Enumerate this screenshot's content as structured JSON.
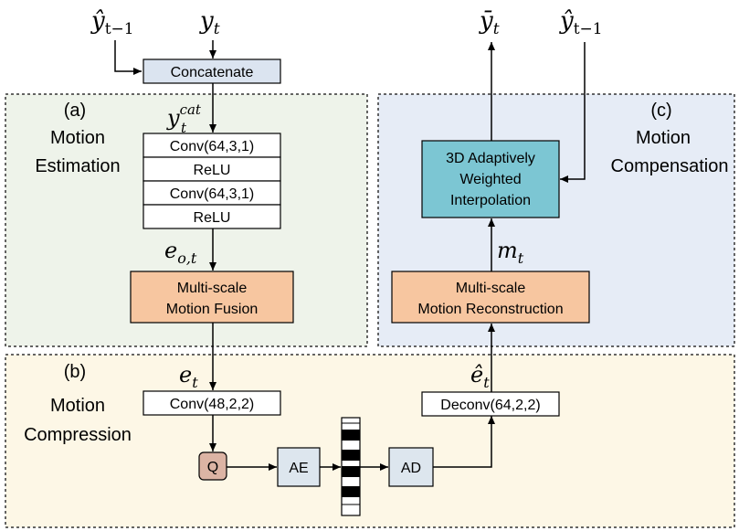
{
  "inputs": {
    "y_hat_prev_top_left": "ŷ",
    "y_hat_prev_top_left_sub": "t−1",
    "y_t": "y",
    "y_t_sub": "t",
    "y_bar_t": "ȳ",
    "y_bar_t_sub": "t",
    "y_hat_prev_top_right": "ŷ",
    "y_hat_prev_top_right_sub": "t−1"
  },
  "concatenate": "Concatenate",
  "section_a": {
    "tag": "(a)",
    "title_line1": "Motion",
    "title_line2": "Estimation",
    "input_symbol": "y",
    "input_sub": "t",
    "input_sup": "cat",
    "layers": [
      "Conv(64,3,1)",
      "ReLU",
      "Conv(64,3,1)",
      "ReLU"
    ],
    "feature_symbol": "e",
    "feature_sub": "o,t",
    "fusion_line1": "Multi-scale",
    "fusion_line2": "Motion Fusion"
  },
  "section_b": {
    "tag": "(b)",
    "title_line1": "Motion",
    "title_line2": "Compression",
    "e_symbol": "e",
    "e_sub": "t",
    "conv": "Conv(48,2,2)",
    "q": "Q",
    "ae": "AE",
    "ad": "AD",
    "deconv": "Deconv(64,2,2)",
    "e_hat_symbol": "ê",
    "e_hat_sub": "t"
  },
  "section_c": {
    "tag": "(c)",
    "title_line1": "Motion",
    "title_line2": "Compensation",
    "interp_line1": "3D Adaptively",
    "interp_line2": "Weighted",
    "interp_line3": "Interpolation",
    "m_symbol": "m",
    "m_sub": "t",
    "recon_line1": "Multi-scale",
    "recon_line2": "Motion Reconstruction"
  },
  "colors": {
    "panel_a": "#eef3ea",
    "panel_b": "#fdf7e6",
    "panel_c": "#e6ecf6",
    "concat_fill": "#dbe4f0",
    "orange_fill": "#f7c6a0",
    "teal_fill": "#7cc6d3",
    "q_fill": "#dcb4a4",
    "codec_fill": "#dde6ee"
  }
}
